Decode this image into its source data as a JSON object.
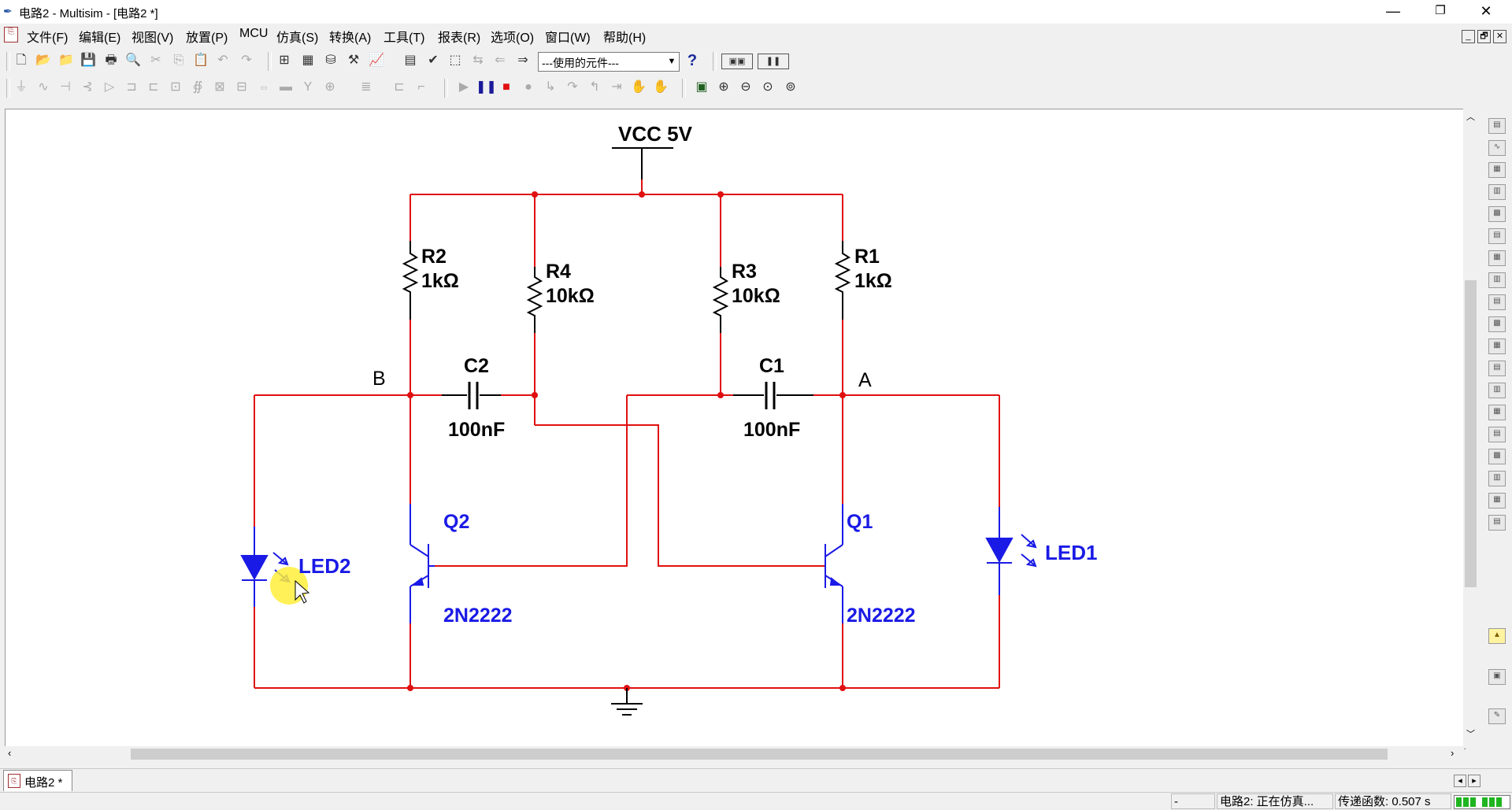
{
  "window": {
    "title": "电路2 - Multisim - [电路2 *]",
    "minimize_glyph": "—",
    "restore_glyph": "❐",
    "close_glyph": "✕"
  },
  "menu": {
    "items": [
      "文件(F)",
      "编辑(E)",
      "视图(V)",
      "放置(P)",
      "MCU",
      "仿真(S)",
      "转换(A)",
      "工具(T)",
      "报表(R)",
      "选项(O)",
      "窗口(W)",
      "帮助(H)"
    ],
    "mdi_buttons": [
      "_",
      "🗗",
      "✕"
    ]
  },
  "toolbar": {
    "component_combo_value": "---使用的元件---",
    "help_glyph": "?"
  },
  "schematic": {
    "vcc_label": "VCC 5V",
    "node_a": "A",
    "node_b": "B",
    "r1": {
      "name": "R1",
      "value": "1kΩ"
    },
    "r2": {
      "name": "R2",
      "value": "1kΩ"
    },
    "r3": {
      "name": "R3",
      "value": "10kΩ"
    },
    "r4": {
      "name": "R4",
      "value": "10kΩ"
    },
    "c1": {
      "name": "C1",
      "value": "100nF"
    },
    "c2": {
      "name": "C2",
      "value": "100nF"
    },
    "q1": {
      "name": "Q1",
      "model": "2N2222"
    },
    "q2": {
      "name": "Q2",
      "model": "2N2222"
    },
    "led1": "LED1",
    "led2": "LED2",
    "wire_color": "#e01010",
    "component_color": "#1a1ae6"
  },
  "tabs": {
    "active": "电路2 *"
  },
  "status": {
    "cell1": "-",
    "sim_status": "电路2: 正在仿真...",
    "transfer": "传递函数: 0.507 s"
  }
}
